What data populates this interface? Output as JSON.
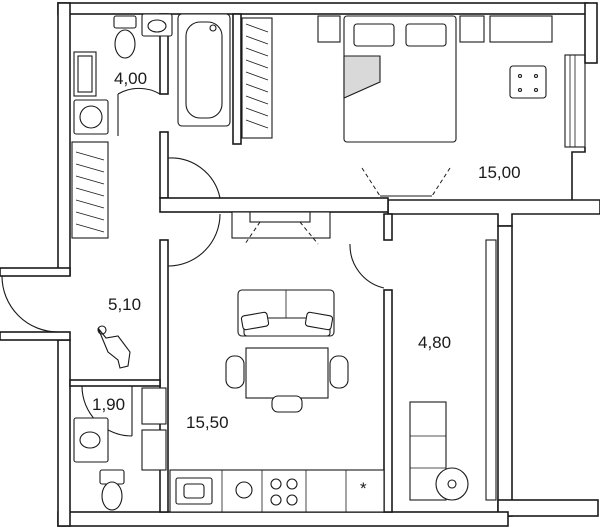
{
  "floor_plan": {
    "rooms": [
      {
        "id": "bathroom",
        "area": "4,00"
      },
      {
        "id": "bedroom",
        "area": "15,00"
      },
      {
        "id": "hallway",
        "area": "5,10"
      },
      {
        "id": "wc",
        "area": "1,90"
      },
      {
        "id": "living-kitchen",
        "area": "15,50"
      },
      {
        "id": "loggia",
        "area": "4,80"
      }
    ]
  },
  "colors": {
    "wall_stroke": "#1a1a1a",
    "furniture_fill": "#d9d9d9",
    "background": "#ffffff"
  }
}
